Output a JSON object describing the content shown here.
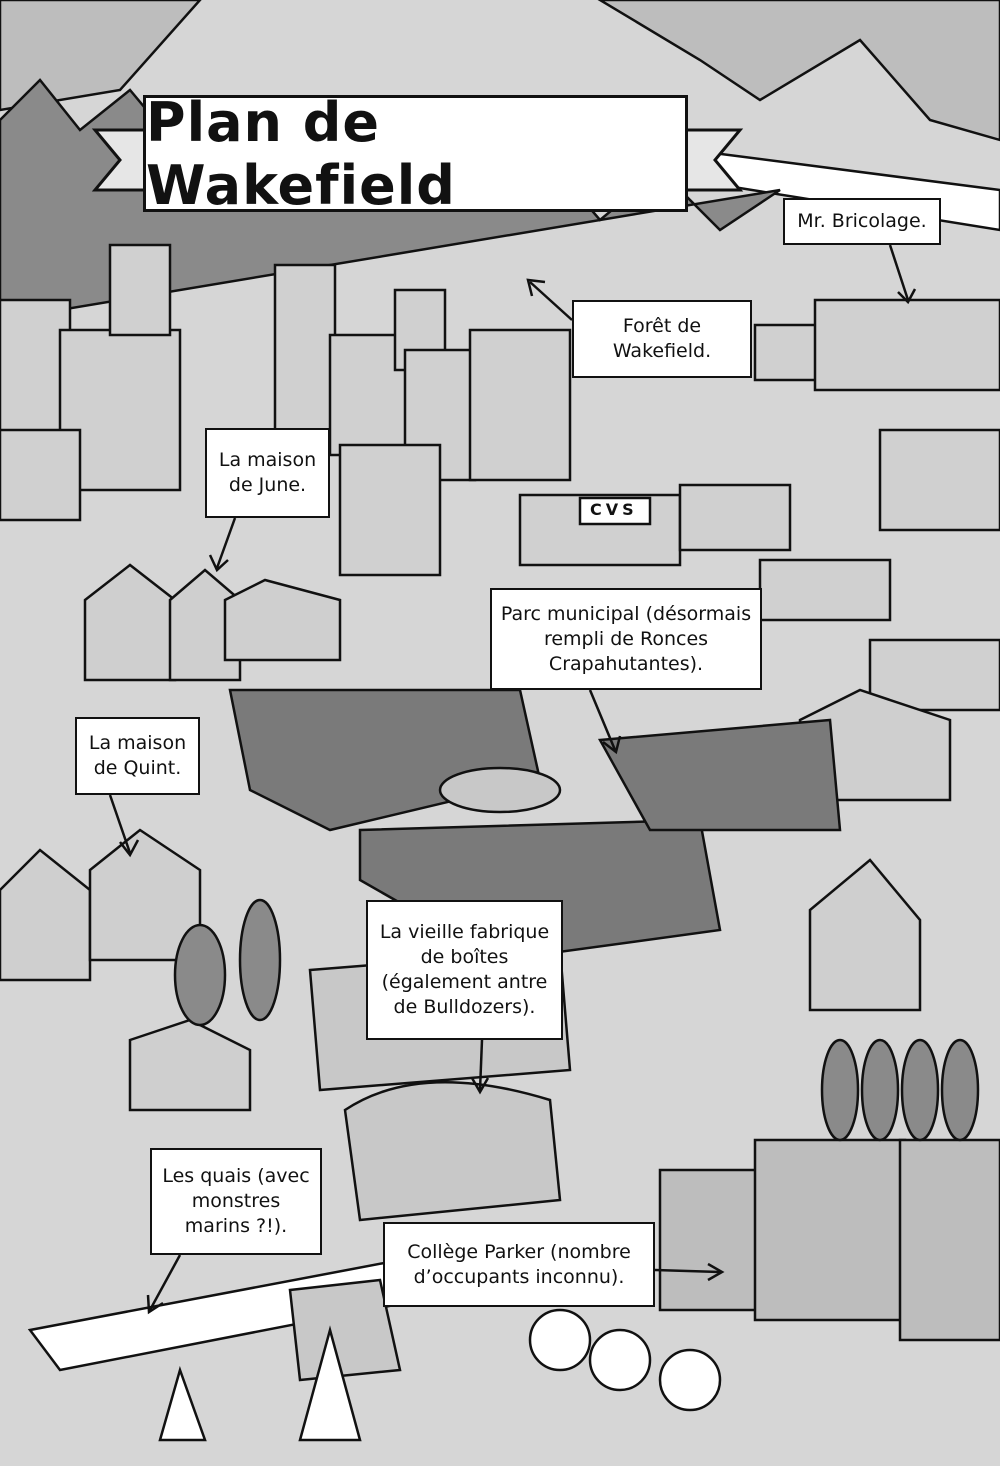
{
  "title": "Plan de Wakefield",
  "signs": {
    "pharmacy": "CVS"
  },
  "labels": {
    "bricolage": "Mr. Bricolage.",
    "foret": "Forêt de Wakefield.",
    "june": "La maison de June.",
    "parc": "Parc municipal (désormais rempli de Ronces Crapahutantes).",
    "quint": "La maison de Quint.",
    "fabrique": "La vieille fabrique de boîtes (également antre de Bulldozers).",
    "quais": "Les quais (avec monstres marins ?!).",
    "college": "Collège Parker (nombre d’occupants inconnu)."
  },
  "colors": {
    "paper": "#d6d6d6",
    "shade": "#9a9a9a",
    "dark": "#6e6e6e",
    "ink": "#111111"
  }
}
